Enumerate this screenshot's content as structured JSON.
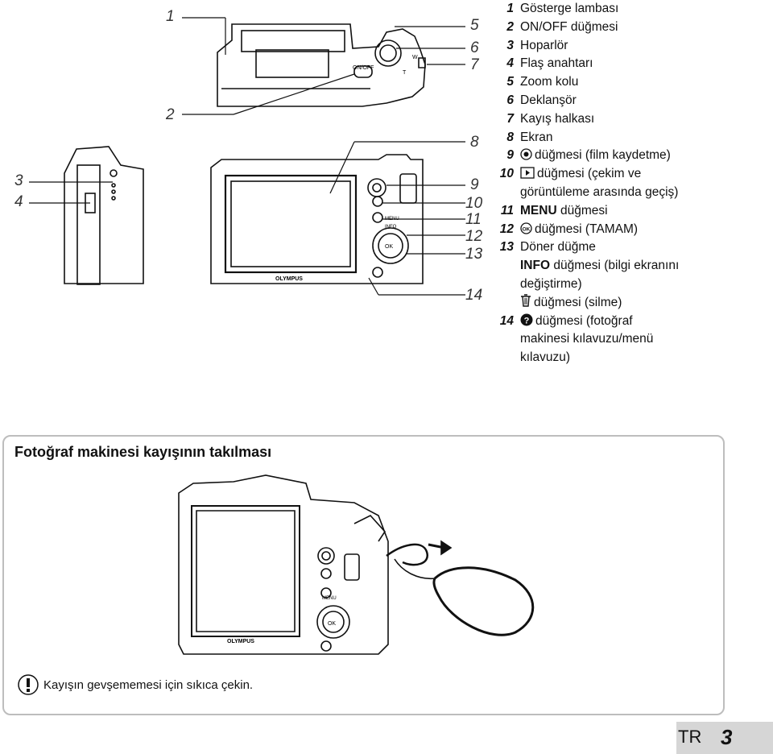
{
  "callouts": [
    "1",
    "2",
    "3",
    "4",
    "5",
    "6",
    "7",
    "8",
    "9",
    "10",
    "11",
    "12",
    "13",
    "14"
  ],
  "camera_labels": {
    "on_off": "ON/OFF",
    "menu": "MENU",
    "info": "INFO",
    "ok": "OK",
    "brand": "OLYMPUS",
    "zoom_w": "W",
    "zoom_t": "T"
  },
  "legend": [
    {
      "n": "1",
      "text": "Gösterge lambası"
    },
    {
      "n": "2",
      "text": "ON/OFF düğmesi"
    },
    {
      "n": "3",
      "text": "Hoparlör"
    },
    {
      "n": "4",
      "text": "Flaş anahtarı"
    },
    {
      "n": "5",
      "text": "Zoom kolu"
    },
    {
      "n": "6",
      "text": "Deklanşör"
    },
    {
      "n": "7",
      "text": "Kayış halkası"
    },
    {
      "n": "8",
      "text": "Ekran"
    },
    {
      "n": "9",
      "text": "düğmesi (film kaydetme)"
    },
    {
      "n": "10",
      "text": "düğmesi (çekim ve",
      "cont": "görüntüleme arasında geçiş)"
    },
    {
      "n": "11",
      "bold": "MENU",
      "text": "düğmesi"
    },
    {
      "n": "12",
      "text": "düğmesi (TAMAM)"
    },
    {
      "n": "13",
      "text": "Döner düğme",
      "cont_bold": "INFO",
      "cont": "düğmesi (bilgi ekranını",
      "cont2": "değiştirme)",
      "cont3": "düğmesi (silme)"
    },
    {
      "n": "14",
      "text": "düğmesi (fotoğraf",
      "cont": "makinesi kılavuzu/menü",
      "cont2": "kılavuzu)"
    }
  ],
  "section": {
    "title": "Fotoğraf makinesi kayışının takılması",
    "caution": "Kayışın gevşememesi için sıkıca çekin."
  },
  "footer": {
    "lang": "TR",
    "page": "3"
  }
}
